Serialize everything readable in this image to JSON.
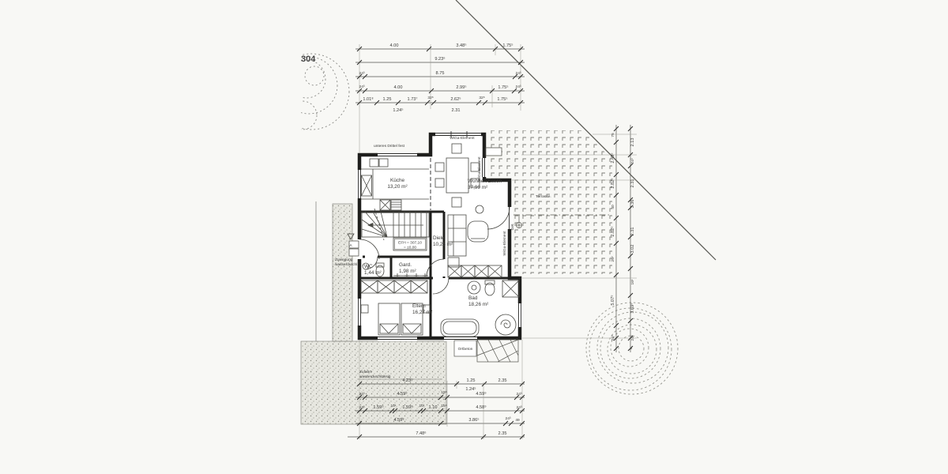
{
  "meta": {
    "parcel_label": "304"
  },
  "rooms": {
    "kueche": {
      "name": "Küche",
      "area": "13,20 m²"
    },
    "wohnen": {
      "name": "Wohnen/Essen",
      "area": "37,99 m²"
    },
    "diele": {
      "name": "Diele",
      "area": "10,23 m²"
    },
    "wc": {
      "name": "WC",
      "area": "1,44 m²"
    },
    "gard": {
      "name": "Gard.",
      "area": "1,98 m²"
    },
    "eltern": {
      "name": "Eltern",
      "area": "16,27 m²"
    },
    "bad": {
      "name": "Bad",
      "area": "18,26 m²"
    }
  },
  "labels": {
    "level_line1": "EFH = 307,10",
    "level_line2": "= ±0,00",
    "wiga_top": "WiGa-Element",
    "wiga_right_upper": "WiGa-Element",
    "wiga_right_lower": "WiGa-Element",
    "terrasse": "Terrasse.",
    "ortbeton": "Ortbeton",
    "drittel": "unteres Drittel fest",
    "zufahrt_1": "Zufahrt",
    "zufahrt_2": "wasserdurchlässig",
    "zuwegung_1": "Zuwegung",
    "zuwegung_2": "wasserdurchl.",
    "section_marker": "A",
    "gel_marker": "Gel."
  },
  "dims": {
    "top": [
      [
        "4.00",
        "3.48⁵",
        "1.75⁵"
      ],
      [
        "9.23⁶"
      ],
      [
        "24³",
        "8.75",
        "24³"
      ],
      [
        "24³",
        "4.00",
        "2.99⁵",
        "1.75⁵",
        "24³"
      ],
      [
        "1.01⁸",
        "1.25",
        "1.73⁷",
        "32⁸",
        "2.62⁵",
        "32⁸",
        "1.75⁵"
      ],
      [
        "1.24⁵",
        "2.31"
      ]
    ],
    "bottom": [
      [
        "4.23⁵",
        "1.25",
        "2.35"
      ],
      [
        "1.24⁵"
      ],
      [
        "24³",
        "4.59⁹",
        "15⁸",
        "4.59⁹",
        "24³"
      ],
      [
        "24³",
        "1.59⁹",
        "10¹",
        "1.59⁸",
        "10¹",
        "1.10",
        "15⁸",
        "4.58⁹",
        "24³"
      ],
      [
        "4.59⁸",
        "3.86⁵",
        "24³",
        "49"
      ],
      [
        "7.48⁶",
        "2.35"
      ]
    ],
    "right_inner": [
      "75",
      "2.49⁵",
      "2.82⁵",
      "40",
      "2.82⁵",
      "25²",
      "5.07⁵",
      "24³"
    ],
    "right_outer": [
      "2.13",
      "24³",
      "2.31",
      "3.36",
      "2.31",
      "3.02",
      "16¹",
      "3.69⁹",
      "24³"
    ]
  }
}
